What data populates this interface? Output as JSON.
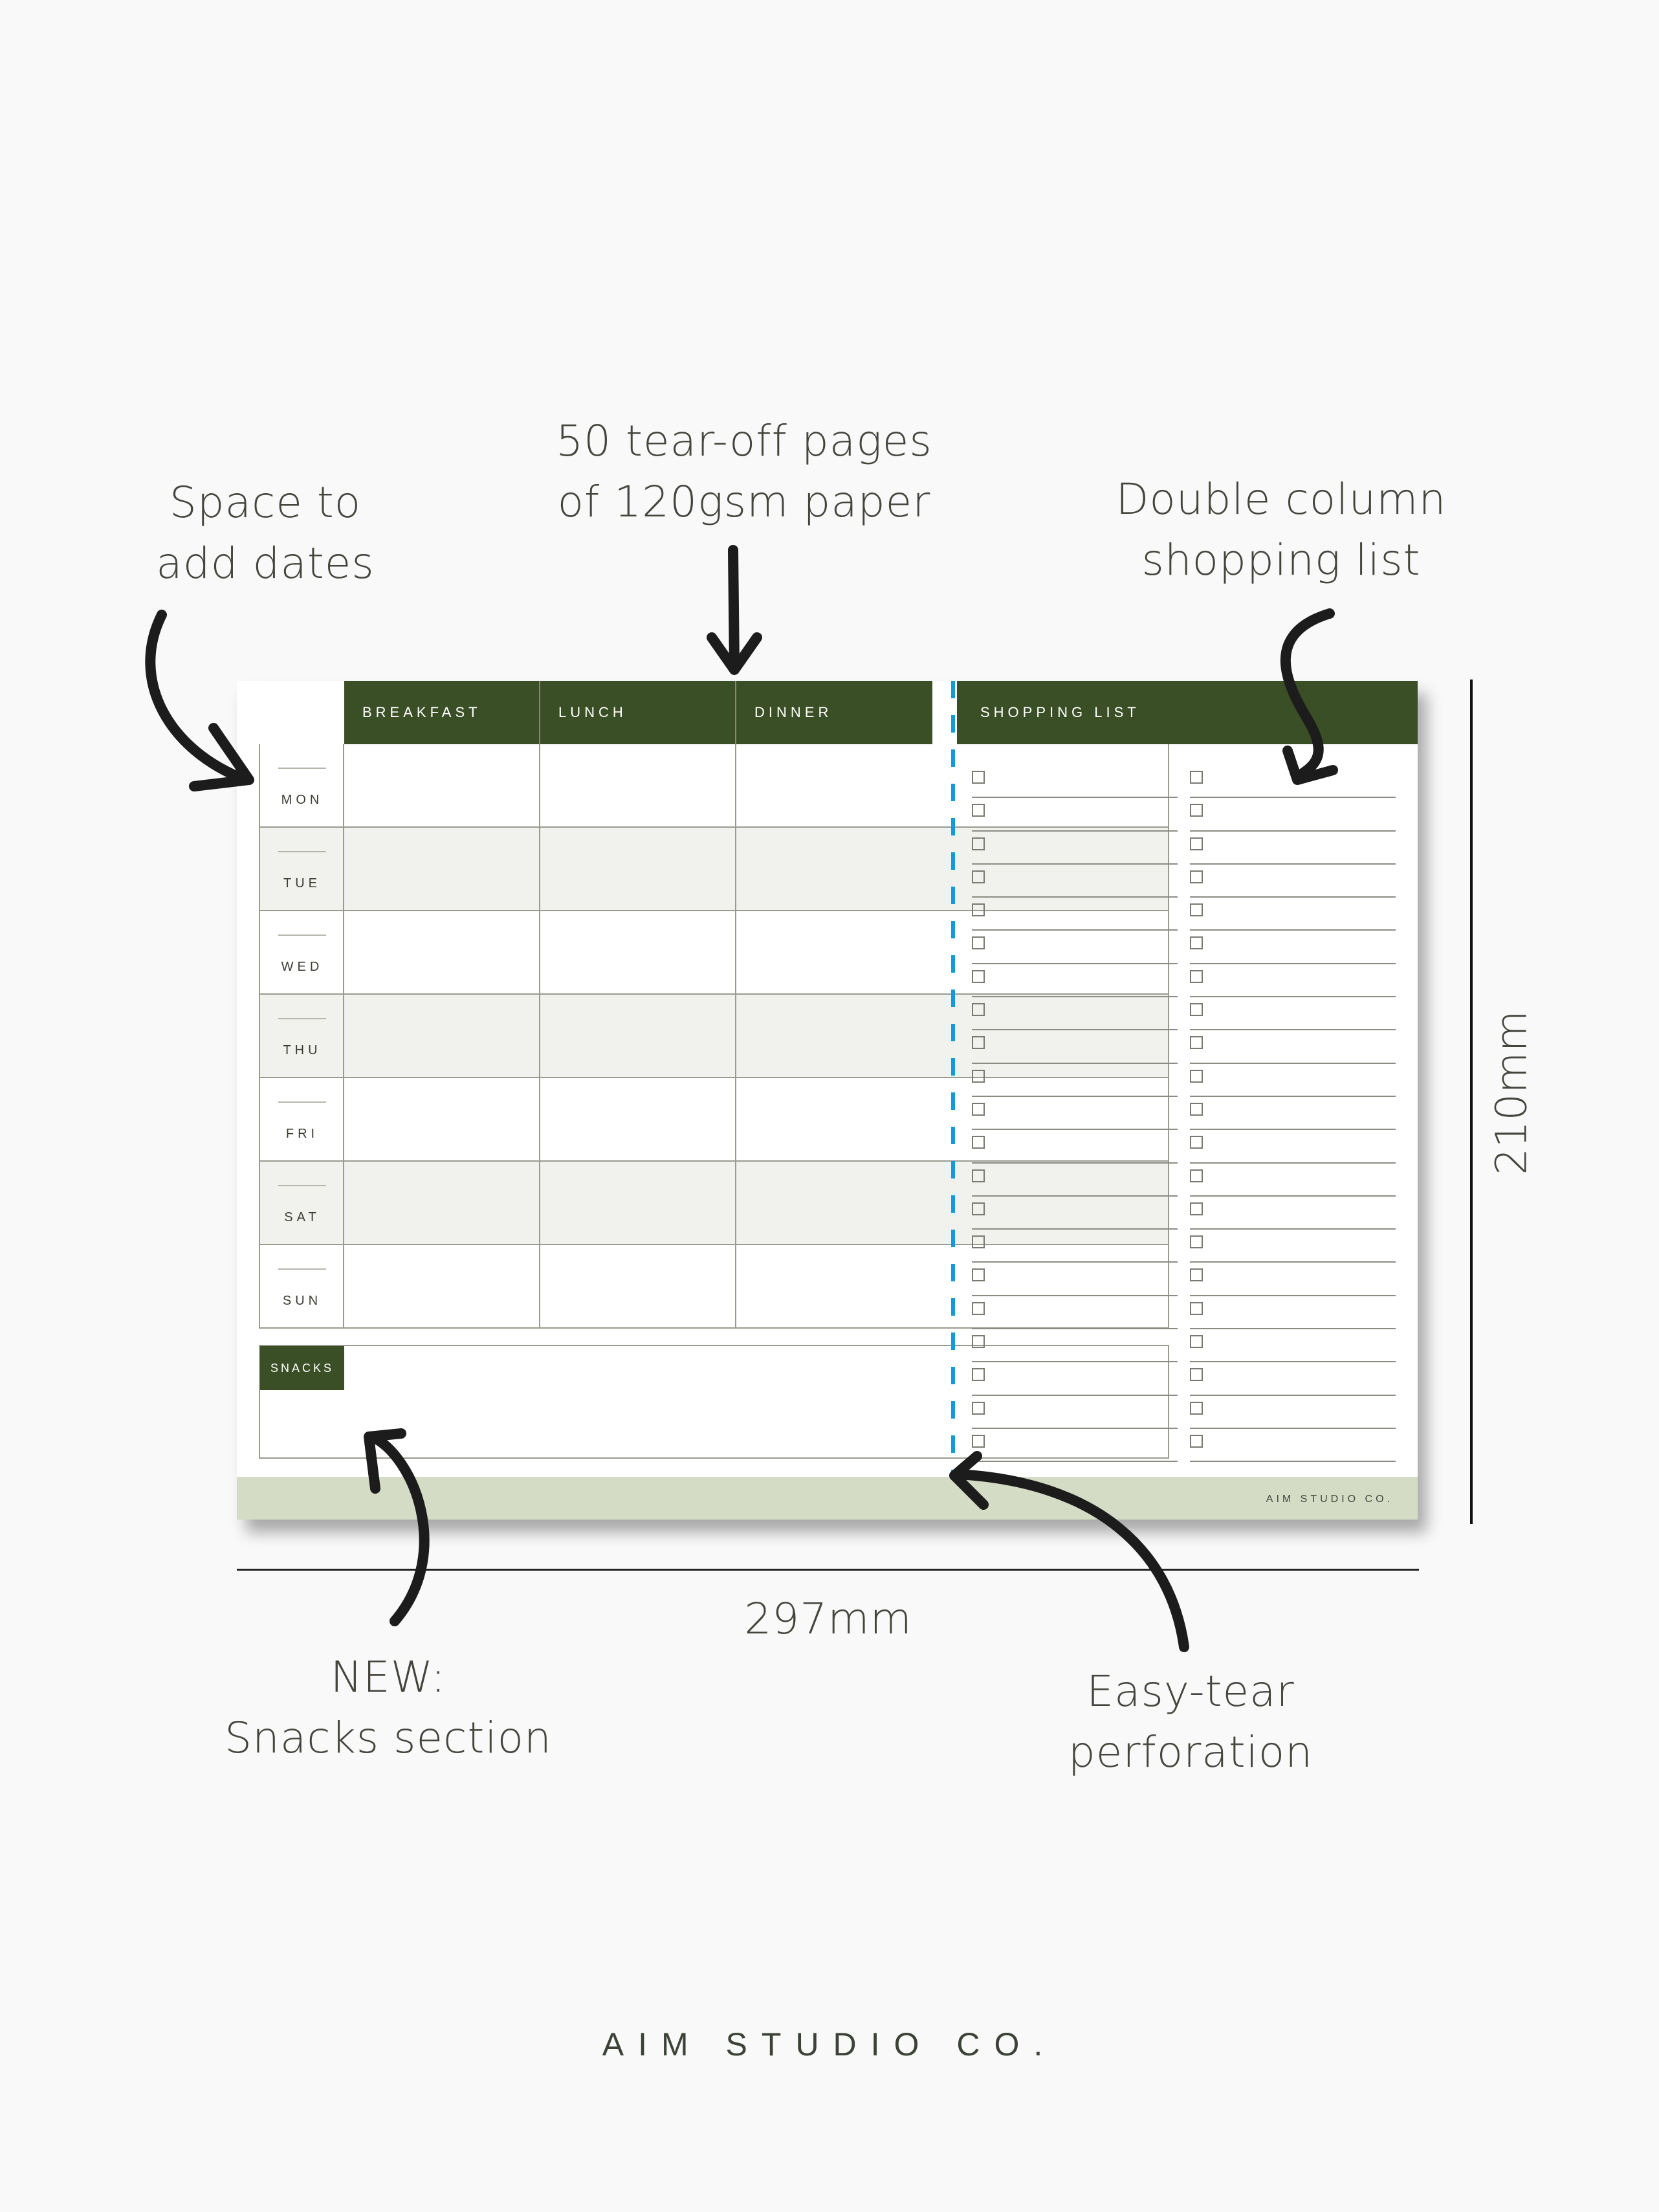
{
  "callouts": {
    "dates": [
      "Space to",
      "add dates"
    ],
    "pages": [
      "50 tear-off pages",
      "of 120gsm paper"
    ],
    "shopping": [
      "Double column",
      "shopping list"
    ],
    "snacks": [
      "NEW:",
      "Snacks section"
    ],
    "perforation": [
      "Easy-tear",
      "perforation"
    ]
  },
  "dimensions": {
    "width": "297mm",
    "height": "210mm"
  },
  "planner": {
    "meal_headers": [
      "BREAKFAST",
      "LUNCH",
      "DINNER"
    ],
    "days": [
      "MON",
      "TUE",
      "WED",
      "THU",
      "FRI",
      "SAT",
      "SUN"
    ],
    "snacks_label": "SNACKS",
    "shopping_header": "SHOPPING LIST",
    "shopping_rows_per_column": 21,
    "shopping_columns": 2,
    "footer_brand": "AIM STUDIO CO."
  },
  "colors": {
    "header_green": "#3a4f26",
    "alt_row": "#f1f2ed",
    "footer_band": "#d4dcc6",
    "perforation_blue": "#149bd7",
    "background": "#f9f9f9"
  },
  "brand": "AIM STUDIO CO."
}
